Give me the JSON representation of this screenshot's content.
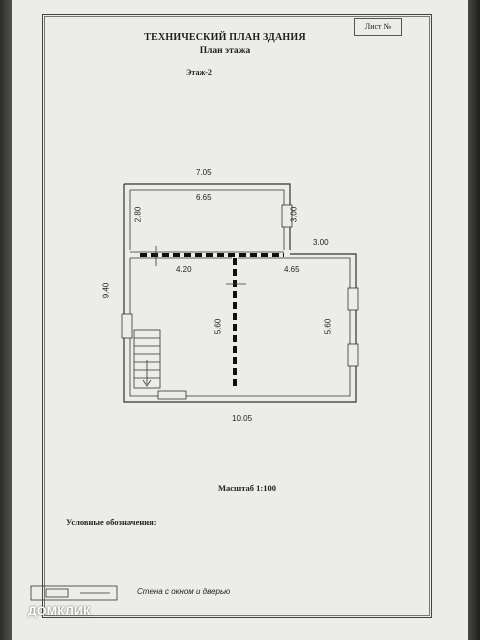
{
  "document": {
    "title": "ТЕХНИЧЕСКИЙ ПЛАН ЗДАНИЯ",
    "subtitle": "План этажа",
    "sheet_label": "Лист №",
    "floor_label": "Этаж-2",
    "scale_label": "Масштаб 1:100",
    "legend_title": "Условные обозначения:",
    "legend_item": "Стена с окном и дверью"
  },
  "dimensions": {
    "top_total": "7.05",
    "upper_room_width": "6.65",
    "upper_room_depth": "2.80",
    "upper_right_depth": "3.00",
    "right_offset": "3.00",
    "left_room_width": "4.20",
    "right_room_width": "4.65",
    "left_total_height": "9.40",
    "left_room_depth": "5.60",
    "right_room_depth": "5.60",
    "bottom_total": "10.05"
  },
  "watermark": {
    "text": "ДОМКЛИК"
  }
}
